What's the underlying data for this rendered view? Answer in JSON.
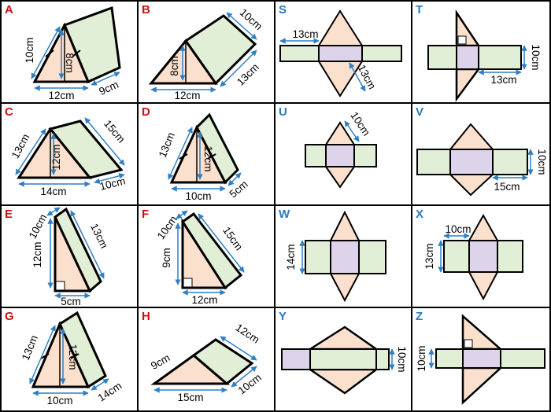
{
  "colors": {
    "peach": "#fbe0cd",
    "green": "#e2efd7",
    "purple": "#ddd3ea",
    "arrow": "#2f7fc4",
    "red_label": "#d01010",
    "blue_label": "#2a7ac0"
  },
  "cells": {
    "A": {
      "letter": "A",
      "d1": "10cm",
      "d2": "8cm",
      "d3": "12cm",
      "d4": "9cm"
    },
    "B": {
      "letter": "B",
      "d1": "10cm",
      "d2": "8cm",
      "d3": "12cm",
      "d4": "13cm"
    },
    "C": {
      "letter": "C",
      "d1": "13cm",
      "d2": "15cm",
      "d3": "12cm",
      "d4": "14cm",
      "d5": "10cm"
    },
    "D": {
      "letter": "D",
      "d1": "13cm",
      "d2": "12cm",
      "d3": "10cm",
      "d4": "5cm"
    },
    "E": {
      "letter": "E",
      "d1": "10cm",
      "d2": "13cm",
      "d3": "12cm",
      "d4": "5cm"
    },
    "F": {
      "letter": "F",
      "d1": "10cm",
      "d2": "15cm",
      "d3": "9cm",
      "d4": "12cm"
    },
    "G": {
      "letter": "G",
      "d1": "13cm",
      "d2": "12cm",
      "d3": "10cm",
      "d4": "14cm"
    },
    "H": {
      "letter": "H",
      "d1": "12cm",
      "d2": "9cm",
      "d3": "15cm",
      "d4": "10cm"
    },
    "S": {
      "letter": "S",
      "d1": "13cm",
      "d2": "13cm"
    },
    "T": {
      "letter": "T",
      "d1": "10cm",
      "d2": "13cm"
    },
    "U": {
      "letter": "U",
      "d1": "10cm"
    },
    "V": {
      "letter": "V",
      "d1": "10cm",
      "d2": "15cm"
    },
    "W": {
      "letter": "W",
      "d1": "14cm"
    },
    "X": {
      "letter": "X",
      "d1": "10cm",
      "d2": "13cm"
    },
    "Y": {
      "letter": "Y",
      "d1": "10cm"
    },
    "Z": {
      "letter": "Z",
      "d1": "10cm"
    }
  }
}
